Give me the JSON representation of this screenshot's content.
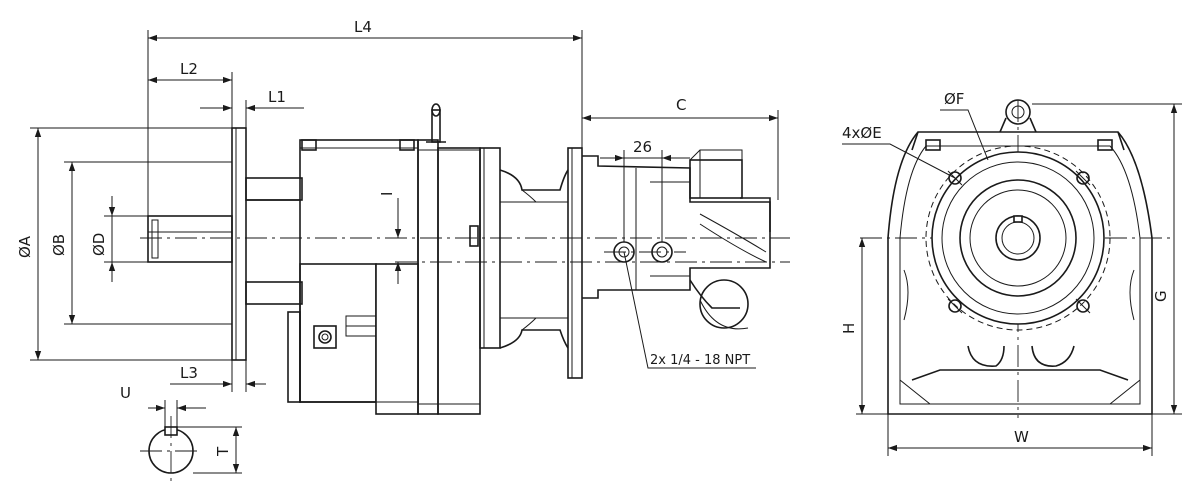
{
  "labels": {
    "L4": "L4",
    "L2": "L2",
    "L1": "L1",
    "L3": "L3",
    "C": "C",
    "dim26": "26",
    "I": "I",
    "phiA": "ØA",
    "phiB": "ØB",
    "phiD": "ØD",
    "U": "U",
    "T": "T",
    "npt": "2x 1/4 - 18 NPT",
    "phiF": "ØF",
    "holesE": "4xØE",
    "G": "G",
    "H": "H",
    "W": "W"
  }
}
